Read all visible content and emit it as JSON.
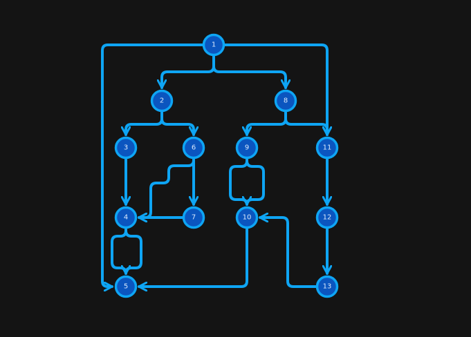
{
  "diagram": {
    "type": "directed-graph",
    "colors": {
      "background": "#141414",
      "edge": "#0ea5f4",
      "node_fill": "#0b55bf",
      "node_stroke": "#0ea5f4",
      "node_text": "#dbeafe"
    },
    "nodes": [
      {
        "id": "n1",
        "label": "1"
      },
      {
        "id": "n2",
        "label": "2"
      },
      {
        "id": "n3",
        "label": "3"
      },
      {
        "id": "n4",
        "label": "4"
      },
      {
        "id": "n5",
        "label": "5"
      },
      {
        "id": "n6",
        "label": "6"
      },
      {
        "id": "n7",
        "label": "7"
      },
      {
        "id": "n8",
        "label": "8"
      },
      {
        "id": "n9",
        "label": "9"
      },
      {
        "id": "n10",
        "label": "10"
      },
      {
        "id": "n11",
        "label": "11"
      },
      {
        "id": "n12",
        "label": "12"
      },
      {
        "id": "n13",
        "label": "13"
      }
    ],
    "edges": [
      {
        "from": "1",
        "to": "2"
      },
      {
        "from": "1",
        "to": "8"
      },
      {
        "from": "1",
        "to": "11"
      },
      {
        "from": "1",
        "to": "5"
      },
      {
        "from": "2",
        "to": "3"
      },
      {
        "from": "2",
        "to": "6"
      },
      {
        "from": "3",
        "to": "4"
      },
      {
        "from": "6",
        "to": "7"
      },
      {
        "from": "6",
        "to": "4"
      },
      {
        "from": "7",
        "to": "4"
      },
      {
        "from": "4",
        "to": "5"
      },
      {
        "from": "8",
        "to": "9"
      },
      {
        "from": "8",
        "to": "11"
      },
      {
        "from": "9",
        "to": "10"
      },
      {
        "from": "10",
        "to": "5"
      },
      {
        "from": "11",
        "to": "12"
      },
      {
        "from": "12",
        "to": "13"
      },
      {
        "from": "13",
        "to": "10"
      }
    ]
  }
}
